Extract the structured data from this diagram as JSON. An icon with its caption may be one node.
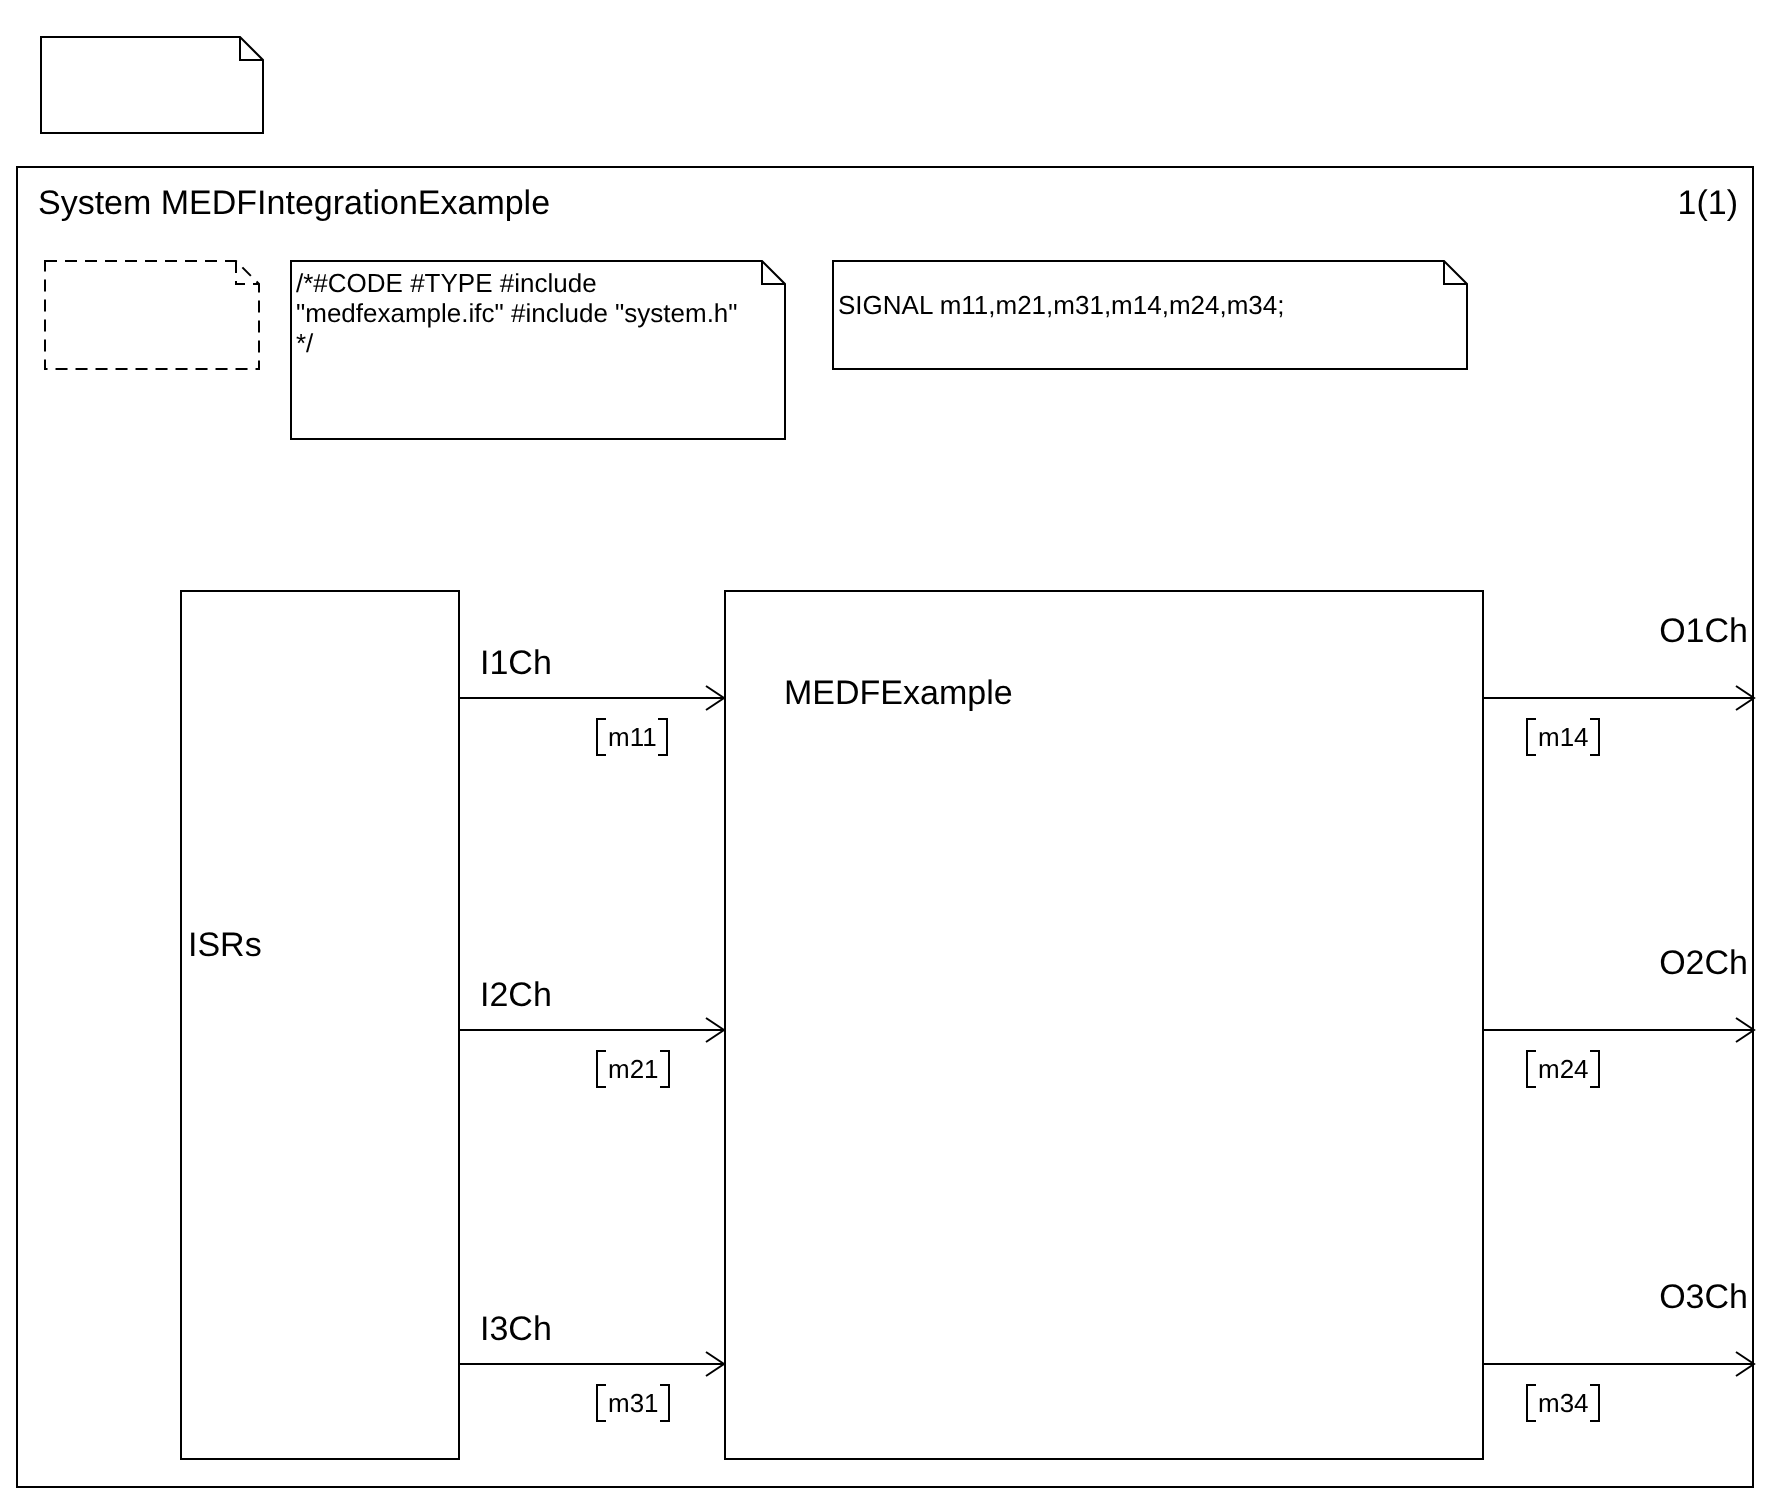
{
  "diagram": {
    "nodes": [
      {
        "text": [],
        "shape": "note"
      },
      {
        "text": [
          "System MEDFIntegrationExample",
          "1(1)"
        ]
      },
      {
        "text": [],
        "shape": "note",
        "in": 1
      },
      {
        "text": [
          "/*#CODE #TYPE #include \"medfexample.ifc\" #include \"system.h\" */"
        ],
        "in": 1
      },
      {
        "text": [
          "SIGNAL m11,m21,m31,m14,m24,m34;"
        ],
        "in": 1
      },
      {
        "text": [
          "ISRs"
        ],
        "in": 1
      },
      {
        "text": [
          "MEDFExample"
        ],
        "in": 1
      }
    ],
    "edges": [
      {
        "from": 5,
        "to": 6,
        "arrow": "to",
        "label": "I1Ch"
      },
      {
        "from": 5,
        "to": 6,
        "arrow": "to",
        "label": "I2Ch"
      },
      {
        "from": 5,
        "to": 6,
        "arrow": "to",
        "label": "I3Ch"
      },
      {
        "from": 6,
        "to": null,
        "arrow": "to",
        "label": "O1Ch"
      },
      {
        "from": 6,
        "to": null,
        "arrow": "to",
        "label": "O2Ch"
      },
      {
        "from": 6,
        "to": null,
        "arrow": "to",
        "label": "O3Ch"
      }
    ],
    "labels": [
      "m11",
      "m14",
      "m21",
      "m24",
      "m31",
      "m34"
    ]
  }
}
